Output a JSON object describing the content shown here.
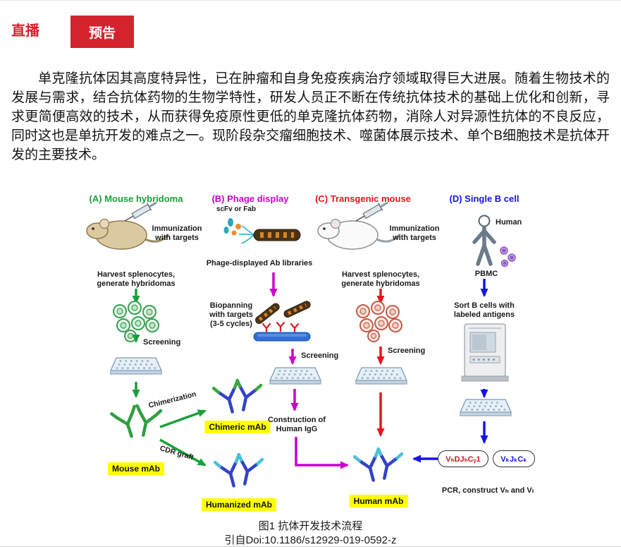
{
  "header": {
    "live_tab": "直播",
    "preview_tab": "预告"
  },
  "article": {
    "paragraph": "单克隆抗体因其高度特异性，已在肿瘤和自身免疫疾病治疗领域取得巨大进展。随着生物技术的发展与需求，结合抗体药物的生物学特性，研发人员正不断在传统抗体技术的基础上优化和创新，寻求更简便高效的技术，从而获得免疫原性更低的单克隆抗体药物，消除人对异源性抗体的不良反应，同时这也是单抗开发的难点之一。现阶段杂交瘤细胞技术、噬菌体展示技术、单个B细胞技术是抗体开发的主要技术。"
  },
  "figure": {
    "panel_a": {
      "title": "(A) Mouse hybridoma",
      "immunization": "Immunization\nwith targets",
      "harvest": "Harvest splenocytes,\ngenerate hybridomas",
      "screening": "Screening",
      "chimerization": "Chimerization",
      "cdr_graft": "CDR graft",
      "mouse_mab": "Mouse mAb",
      "chimeric_mab": "Chimeric mAb",
      "humanized_mab": "Humanized mAb"
    },
    "panel_b": {
      "title": "(B) Phage display",
      "scfv_or_fab": "scFv or Fab",
      "libraries": "Phage-displayed Ab libraries",
      "biopanning": "Biopanning\nwith targets\n(3-5 cycles)",
      "screening": "Screening",
      "construction": "Construction of\nHuman IgG"
    },
    "panel_c": {
      "title": "(C) Transgenic mouse",
      "immunization": "Immunization\nwith targets",
      "harvest": "Harvest splenocytes,\ngenerate hybridomas",
      "screening": "Screening",
      "human_mab": "Human mAb"
    },
    "panel_d": {
      "title": "(D) Single B cell",
      "human": "Human",
      "pbmc": "PBMC",
      "sort": "Sort B cells with\nlabeled antigens",
      "gene_heavy": "VₕDJₕCᵧ1",
      "gene_light": "VₖJₖCₖ",
      "pcr": "PCR, construct Vₕ and Vₗ"
    },
    "caption": "图1 抗体开发技术流程",
    "source": "引自Doi:10.1186/s12929-019-0592-z"
  },
  "colors": {
    "accent_red": "#d5232e",
    "panel_a_green": "#18a038",
    "panel_b_magenta": "#cc00cc",
    "panel_c_red": "#e8131d",
    "panel_d_blue": "#1414e6",
    "highlight_yellow": "#ffff00"
  }
}
